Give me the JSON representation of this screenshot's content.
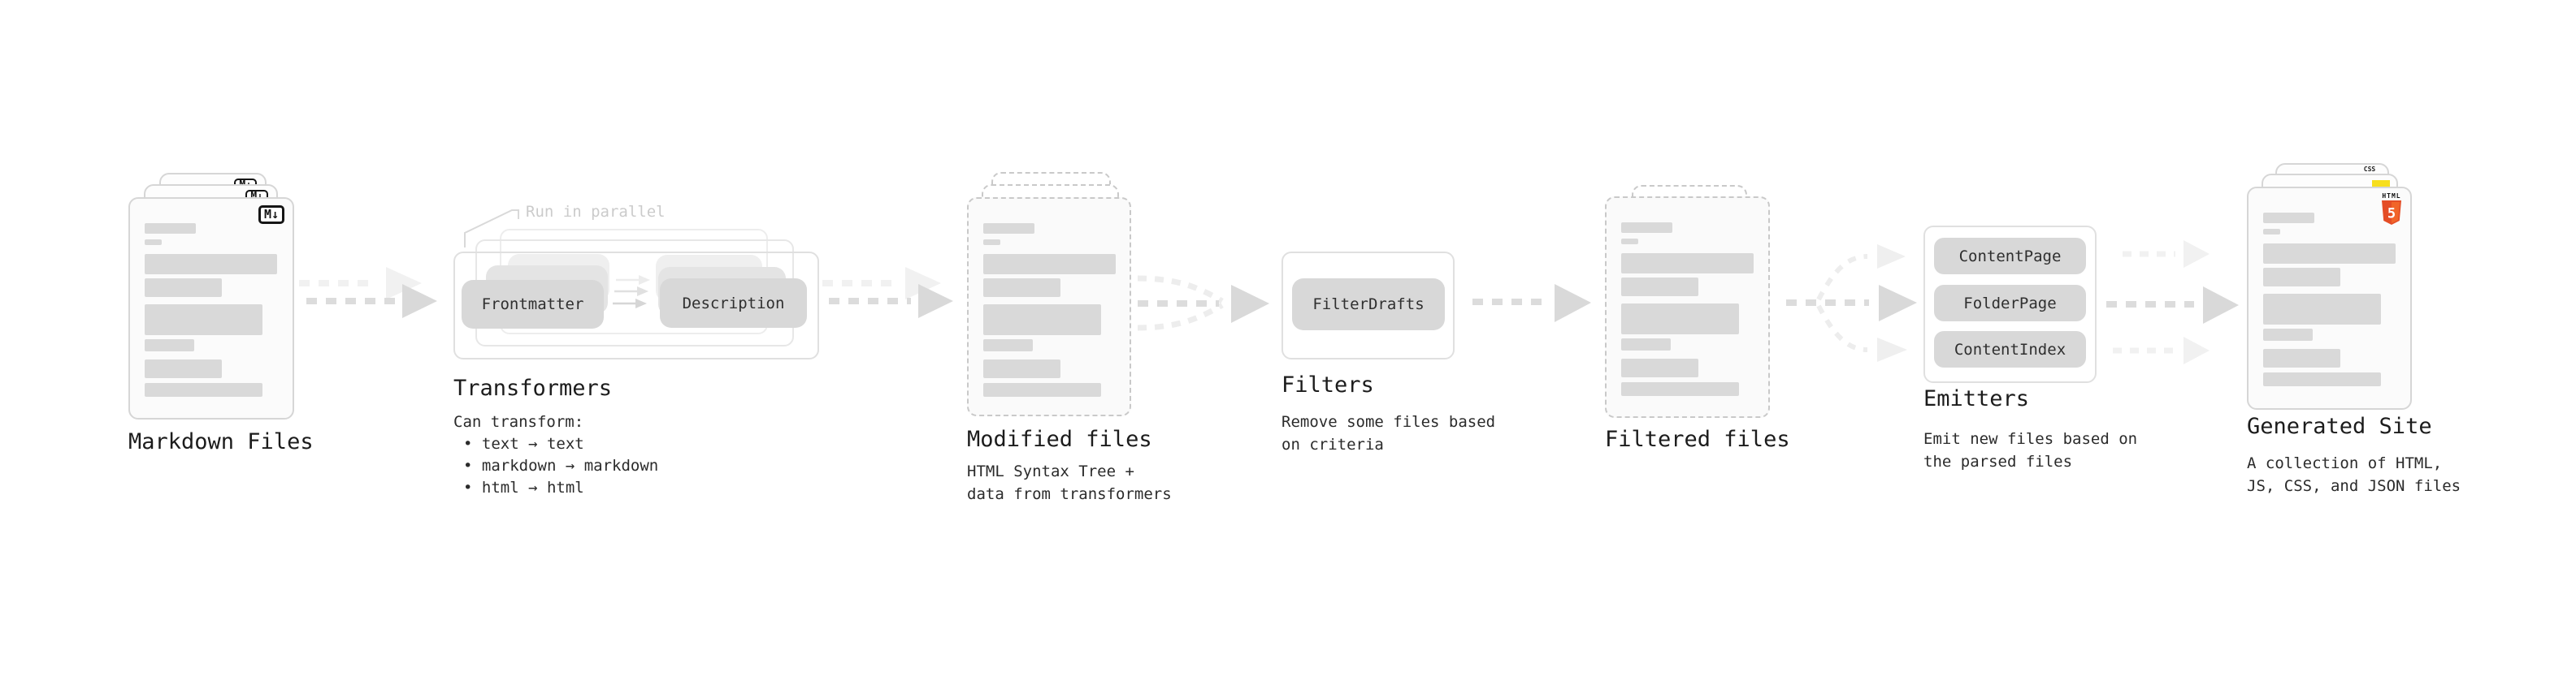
{
  "stages": {
    "markdown": {
      "title": "Markdown Files",
      "badge": "M↓"
    },
    "transformers": {
      "title": "Transformers",
      "note": "Run in parallel",
      "box_left": "Frontmatter",
      "box_right": "Description",
      "desc_heading": "Can transform:",
      "bullets": [
        "• text → text",
        "• markdown → markdown",
        "• html → html"
      ]
    },
    "modified": {
      "title": "Modified files",
      "subtitle_lines": [
        "HTML Syntax Tree +",
        "data from transformers"
      ]
    },
    "filters": {
      "title": "Filters",
      "box": "FilterDrafts",
      "subtitle_lines": [
        "Remove some files based",
        "on criteria"
      ]
    },
    "filtered": {
      "title": "Filtered files"
    },
    "emitters": {
      "title": "Emitters",
      "boxes": [
        "ContentPage",
        "FolderPage",
        "ContentIndex"
      ],
      "subtitle_lines": [
        "Emit new files based on",
        "the parsed files"
      ]
    },
    "generated": {
      "title": "Generated Site",
      "subtitle_lines": [
        "A collection of HTML,",
        "JS, CSS, and JSON files"
      ],
      "badge_css": "CSS",
      "badge_html_label": "HTML",
      "badge_html_number": "5"
    }
  },
  "colors": {
    "html5_orange": "#e44d26",
    "html5_orange_light": "#f16529",
    "js_yellow": "#f7df1e",
    "css_blue": "#2965f1",
    "arrow_gray": "#d9d9d9",
    "arrow_light": "#f1f1f1",
    "box_gray": "#d8d8d8",
    "bar_gray": "#d9d9d9"
  }
}
